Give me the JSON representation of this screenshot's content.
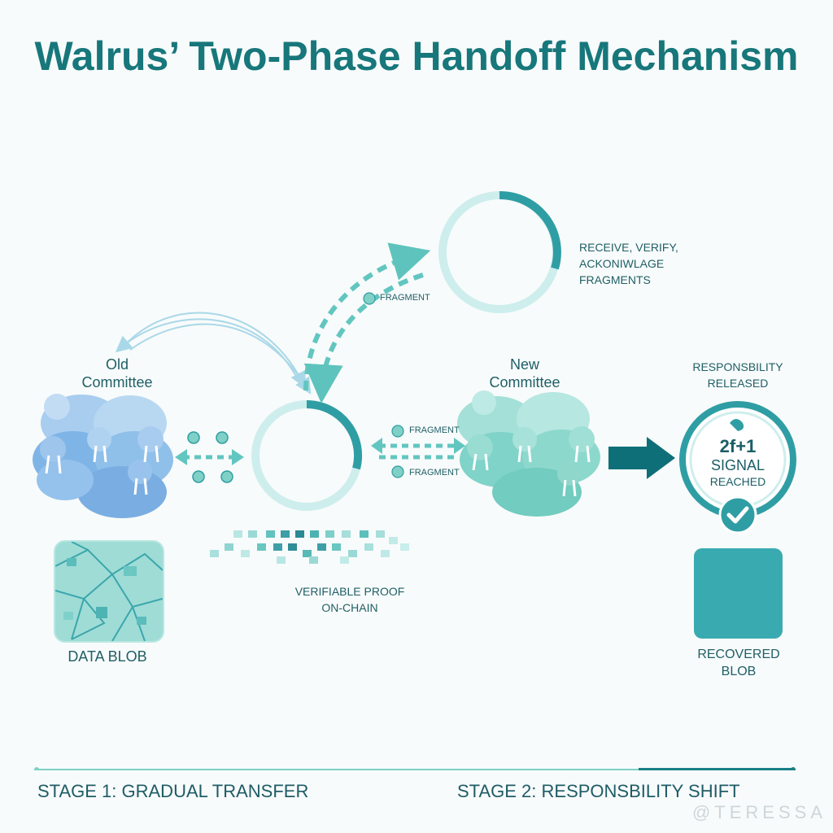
{
  "title": "Walrus’ Two-Phase Handoff Mechanism",
  "nodes": {
    "old_committee": [
      "Old",
      "Committee"
    ],
    "new_committee": [
      "New",
      "Committee"
    ],
    "data_blob": "DATA BLOB",
    "proof": [
      "VERIFIABLE PROOF",
      "ON-CHAIN"
    ],
    "receive": [
      "RECEIVE, VERIFY,",
      "ACKONIWLAGE",
      "FRAGMENTS"
    ],
    "released": [
      "RESPONSBILITY",
      "RELEASED"
    ],
    "signal": [
      "2f+1",
      "SIGNAL",
      "REACHED"
    ],
    "recovered": [
      "RECOVERED",
      "BLOB"
    ]
  },
  "fragment_label": "FRAGMENT",
  "stages": {
    "stage1": "STAGE 1: GRADUAL TRANSFER",
    "stage2": "STAGE 2: RESPONSBILITY SHIFT"
  },
  "watermark": "@TERESSA",
  "colors": {
    "title": "#17777b",
    "teal_dark": "#1a7f86",
    "teal_mid": "#46b9b5",
    "teal_light": "#c8ecea",
    "walrus_blue": "#7fb5e6",
    "walrus_teal": "#7fd3c8"
  }
}
